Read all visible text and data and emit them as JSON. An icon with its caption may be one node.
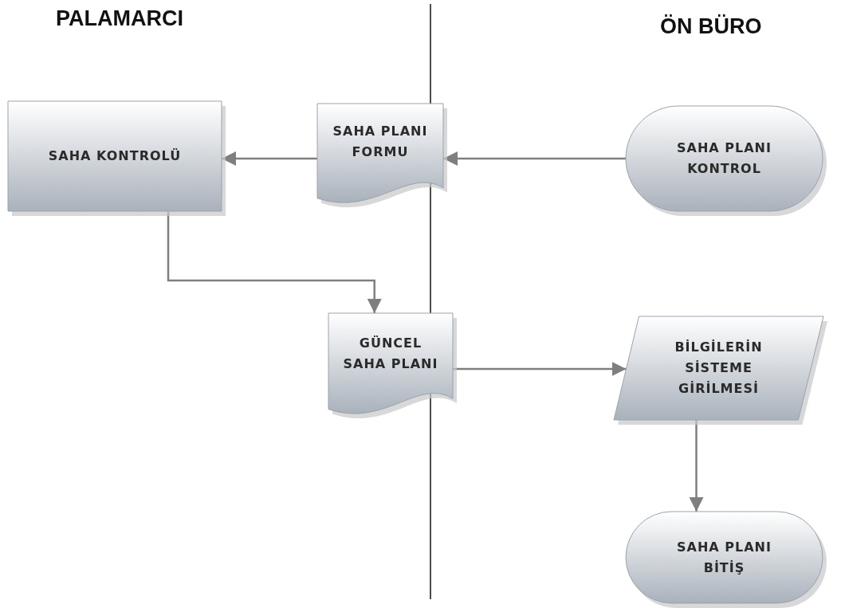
{
  "diagram": {
    "nodes": [
      {
        "text": [
          "SAHA PLANI KONTROL"
        ]
      },
      {
        "text": [
          "SAHA PLANI FORMU"
        ]
      },
      {
        "text": [
          "SAHA KONTROLÜ"
        ]
      },
      {
        "text": [
          "GÜNCEL SAHA PLANI"
        ]
      },
      {
        "text": [
          "BİLGİLERİN SİSTEME GİRİLMESİ"
        ]
      },
      {
        "text": [
          "SAHA PLANI BİTİŞ"
        ]
      }
    ],
    "edges": [
      {
        "from": 0,
        "to": 1,
        "arrow": "to"
      },
      {
        "from": 1,
        "to": 2,
        "arrow": "to"
      },
      {
        "from": 2,
        "to": 3,
        "arrow": "to"
      },
      {
        "from": 3,
        "to": 4,
        "arrow": "to"
      },
      {
        "from": 4,
        "to": 5,
        "arrow": "to"
      }
    ],
    "labels": [
      "PALAMARCI",
      "ÖN BÜRO"
    ]
  }
}
